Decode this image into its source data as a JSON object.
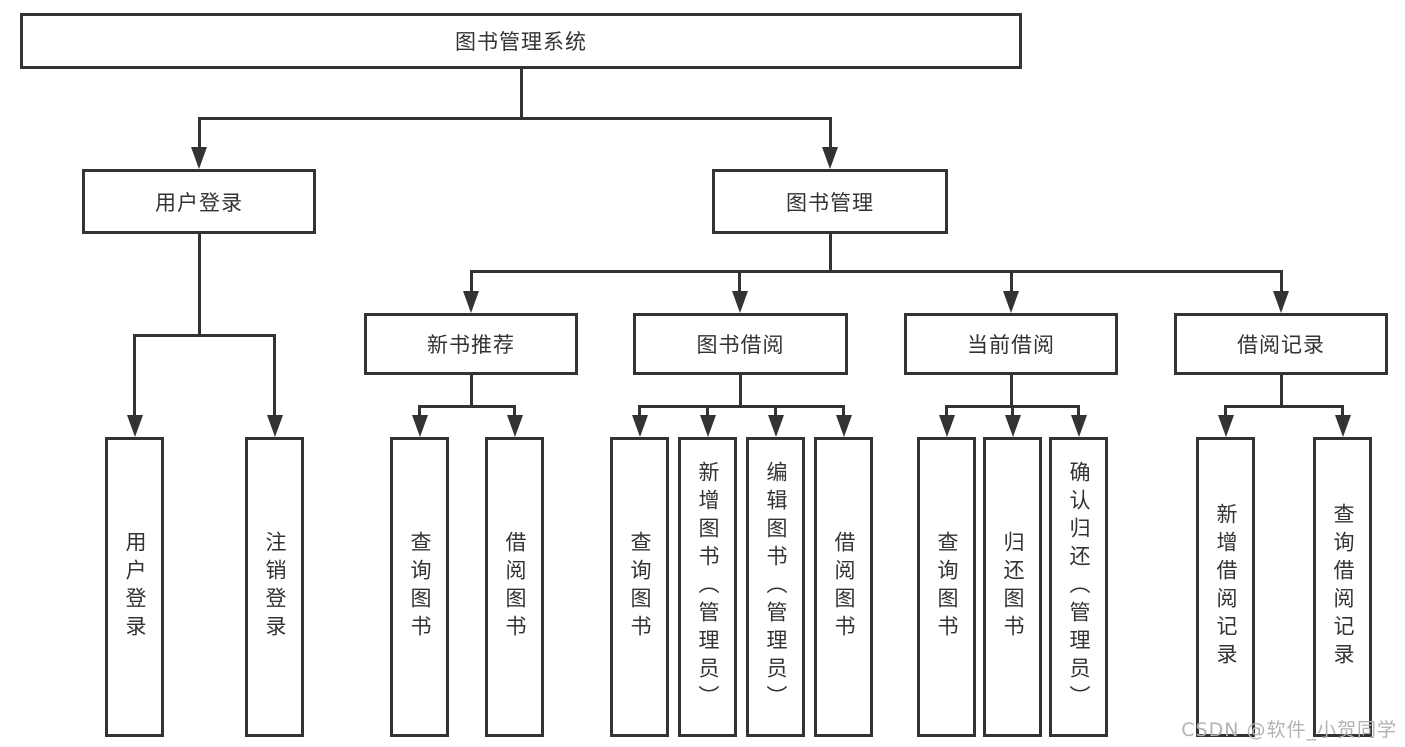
{
  "diagram": {
    "type": "hierarchy-tree",
    "title": "图书管理系统",
    "colors": {
      "line": "#333333",
      "box_border": "#333333",
      "text": "#333333",
      "background": "#ffffff",
      "watermark": "#b3b3b3"
    },
    "tree": {
      "label": "图书管理系统",
      "children": [
        {
          "label": "用户登录",
          "children": [
            {
              "label": "用户登录"
            },
            {
              "label": "注销登录"
            }
          ]
        },
        {
          "label": "图书管理",
          "children": [
            {
              "label": "新书推荐",
              "children": [
                {
                  "label": "查询图书"
                },
                {
                  "label": "借阅图书"
                }
              ]
            },
            {
              "label": "图书借阅",
              "children": [
                {
                  "label": "查询图书"
                },
                {
                  "label": "新增图书（管理员）"
                },
                {
                  "label": "编辑图书（管理员）"
                },
                {
                  "label": "借阅图书"
                }
              ]
            },
            {
              "label": "当前借阅",
              "children": [
                {
                  "label": "查询图书"
                },
                {
                  "label": "归还图书"
                },
                {
                  "label": "确认归还（管理员）"
                }
              ]
            },
            {
              "label": "借阅记录",
              "children": [
                {
                  "label": "新增借阅记录"
                },
                {
                  "label": "查询借阅记录"
                }
              ]
            }
          ]
        }
      ]
    },
    "watermark": "CSDN @软件_小贺同学"
  }
}
